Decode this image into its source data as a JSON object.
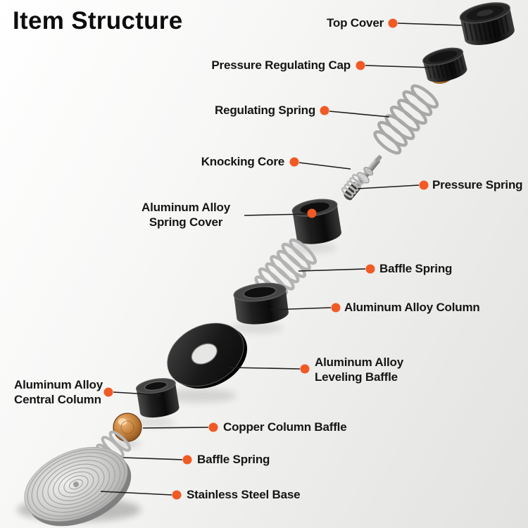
{
  "title": "Item Structure",
  "colors": {
    "accent": "#f15a24",
    "leader_line": "#1c1c1c",
    "title_ink": "#0d0d0d"
  },
  "parts": [
    {
      "id": "top-cover",
      "label": "Top Cover"
    },
    {
      "id": "pressure-regulating-cap",
      "label": "Pressure Regulating Cap"
    },
    {
      "id": "regulating-spring",
      "label": "Regulating Spring"
    },
    {
      "id": "knocking-core",
      "label": "Knocking Core"
    },
    {
      "id": "pressure-spring",
      "label": "Pressure Spring"
    },
    {
      "id": "aluminum-alloy-spring-cover",
      "label": "Aluminum Alloy Spring Cover"
    },
    {
      "id": "baffle-spring-upper",
      "label": "Baffle Spring"
    },
    {
      "id": "aluminum-alloy-column",
      "label": "Aluminum Alloy Column"
    },
    {
      "id": "aluminum-alloy-leveling-baffle",
      "label": "Aluminum Alloy Leveling Baffle"
    },
    {
      "id": "aluminum-alloy-central-column",
      "label": "Aluminum Alloy Central Column"
    },
    {
      "id": "copper-column-baffle",
      "label": "Copper Column Baffle"
    },
    {
      "id": "baffle-spring-lower",
      "label": "Baffle Spring"
    },
    {
      "id": "stainless-steel-base",
      "label": "Stainless Steel Base"
    }
  ]
}
